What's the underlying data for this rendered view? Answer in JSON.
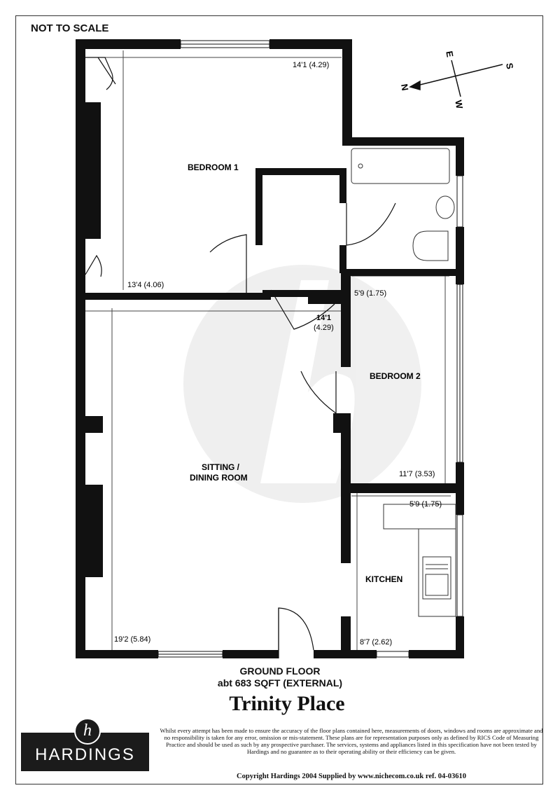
{
  "header": {
    "not_to_scale": "NOT TO SCALE"
  },
  "compass": {
    "north": "N",
    "south": "S",
    "east": "E",
    "west": "W"
  },
  "rooms": {
    "bedroom1": {
      "label": "BEDROOM 1",
      "dim_width": "14'1 (4.29)",
      "dim_depth": "13'4 (4.06)"
    },
    "sitting": {
      "label_line1": "SITTING /",
      "label_line2": "DINING ROOM",
      "dim_width_a": "14'1",
      "dim_width_b": "(4.29)",
      "dim_depth": "19'2 (5.84)"
    },
    "bedroom2": {
      "label": "BEDROOM 2",
      "dim_width": "5'9 (1.75)",
      "dim_depth": "11'7 (3.53)"
    },
    "kitchen": {
      "label": "KITCHEN",
      "dim_width": "5'9 (1.75)",
      "dim_depth": "8'7 (2.62)"
    }
  },
  "footer": {
    "floor_line1": "GROUND FLOOR",
    "floor_line2": "abt 683 SQFT (EXTERNAL)",
    "title": "Trinity Place",
    "disclaimer": "Whilst every attempt has been made to ensure the accuracy of the floor plans contained here, measurements of doors, windows and rooms are approximate and no responsibility is taken for any error, omission or mis-statement. These plans are for representation purposes only as defined by RICS Code of Measuring Practice and should be used as such by any prospective purchaser. The services, systems and appliances listed in this specification have not been tested by Hardings and no guarantee as to their operating ability or their efficiency can be given.",
    "copyright": "Copyright Hardings 2004    Supplied by www.nichecom.co.uk    ref. 04-03610"
  },
  "logo": {
    "mark": "h",
    "wordmark": "HARDINGS"
  }
}
